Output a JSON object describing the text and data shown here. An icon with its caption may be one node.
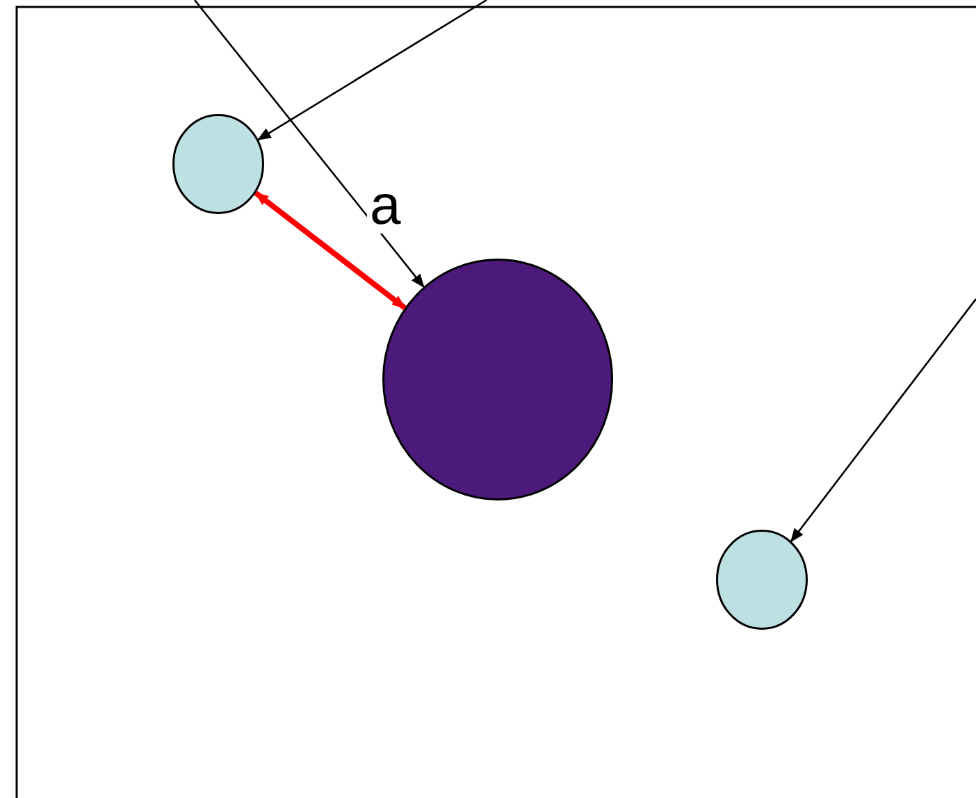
{
  "diagram": {
    "nodes": [
      {
        "text": [],
        "shape": "circle"
      },
      {
        "text": [],
        "shape": "circle"
      },
      {
        "text": [],
        "shape": "circle"
      }
    ],
    "edges": [
      {
        "from": null,
        "to": 0,
        "arrow": "to"
      },
      {
        "from": null,
        "to": 1,
        "arrow": "to"
      },
      {
        "from": null,
        "to": 2,
        "arrow": "to"
      },
      {
        "from": 0,
        "to": 1,
        "arrow": "both",
        "label": "a",
        "style": "thick",
        "color": "#ff0000"
      }
    ]
  }
}
